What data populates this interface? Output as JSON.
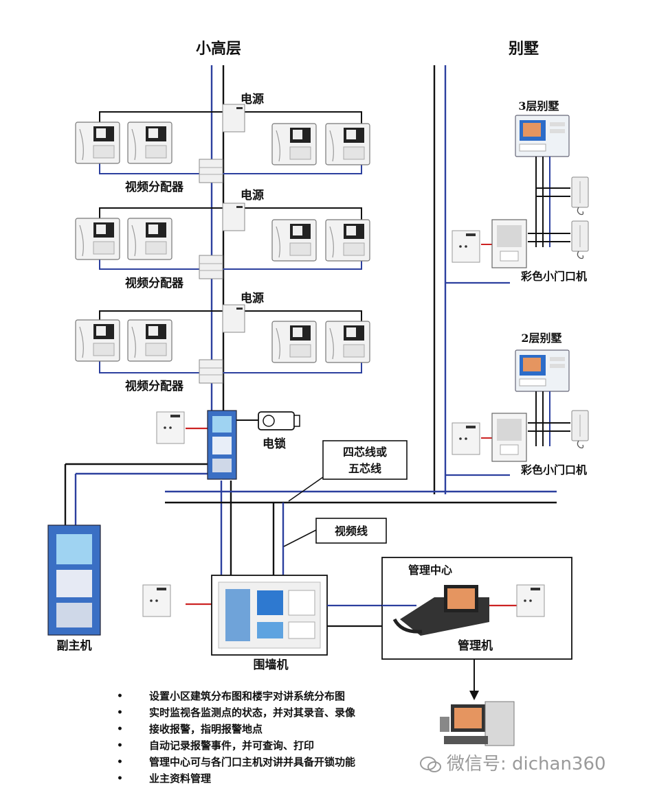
{
  "titles": {
    "left": "小高层",
    "right": "别墅"
  },
  "labels": {
    "power_1": "电源",
    "power_2": "电源",
    "power_3": "电源",
    "splitter_1": "视频分配器",
    "splitter_2": "视频分配器",
    "splitter_3": "视频分配器",
    "lock": "电锁",
    "villa_3f": "3层别墅",
    "villa_2f": "2层别墅",
    "door_unit_1": "彩色小门口机",
    "door_unit_2": "彩色小门口机",
    "cable_4_5_line1": "四芯线或",
    "cable_4_5_line2": "五芯线",
    "video_cable": "视频线",
    "management_center": "管理中心",
    "management_unit": "管理机",
    "sub_host": "副主机",
    "wall_unit": "围墙机"
  },
  "bullets": [
    "设置小区建筑分布图和楼宇对讲系统分布图",
    "实时监视各监测点的状态，并对其录音、录像",
    "接收报警，指明报警地点",
    "自动记录报警事件，并可查询、打印",
    "管理中心可与各门口主机对讲并具备开锁功能",
    "业主资料管理"
  ],
  "watermark": "微信号: dichan360",
  "colors": {
    "black_line": "#111111",
    "blue_line": "#2b3f9e",
    "red_line": "#cc2222"
  },
  "icons": [
    "indoor-monitor-icon",
    "power-supply-icon",
    "video-splitter-icon",
    "door-station-icon",
    "electric-lock-icon",
    "telephone-icon",
    "computer-icon",
    "wechat-icon"
  ]
}
